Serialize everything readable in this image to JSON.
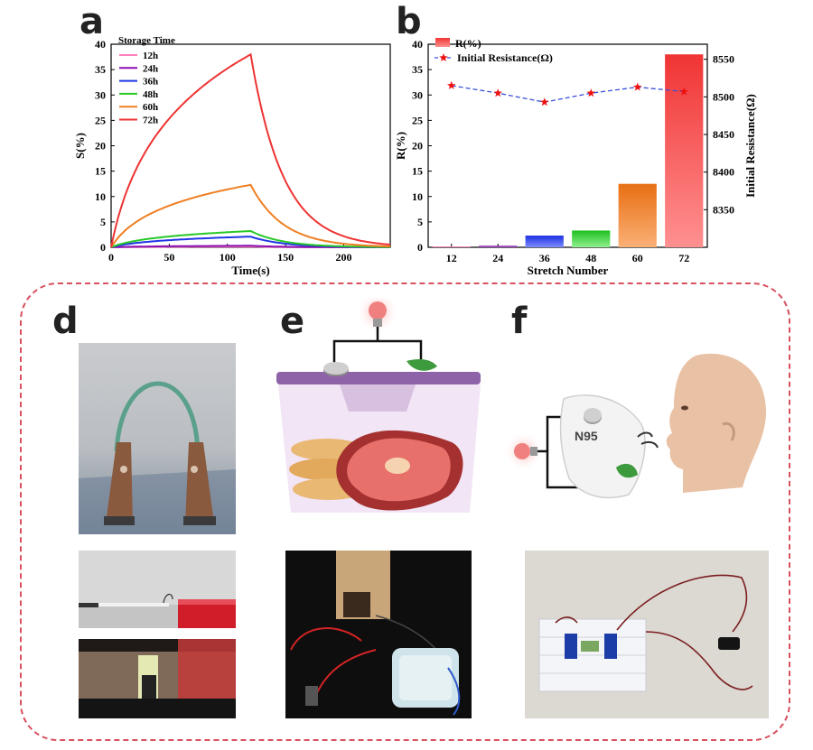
{
  "panels": {
    "a": "a",
    "b": "b",
    "d": "d",
    "e": "e",
    "f": "f"
  },
  "colors": {
    "12h": "#ff7fbf",
    "24h": "#8a0fb0",
    "36h": "#1f35e6",
    "48h": "#28c828",
    "60h": "#ef7f22",
    "72h": "#ee3333",
    "star": "#ee1111",
    "dashed_line": "#3a4fd9",
    "frame": "#d8505f"
  },
  "chart_data": [
    {
      "type": "line",
      "xlabel": "Time(s)",
      "ylabel": "S(%)",
      "xlim": [
        0,
        240
      ],
      "ylim": [
        0,
        40
      ],
      "xticks": [
        0,
        50,
        100,
        150,
        200
      ],
      "yticks": [
        0,
        5,
        10,
        15,
        20,
        25,
        30,
        35,
        40
      ],
      "legend_title": "Storage Time",
      "legend_position": "top-left",
      "grid": false,
      "series": [
        {
          "name": "12h",
          "peak": 0.15,
          "peak_time": 120
        },
        {
          "name": "24h",
          "peak": 0.3,
          "peak_time": 120
        },
        {
          "name": "36h",
          "peak": 2.1,
          "peak_time": 120
        },
        {
          "name": "48h",
          "peak": 3.2,
          "peak_time": 120
        },
        {
          "name": "60h",
          "peak": 12.3,
          "peak_time": 120
        },
        {
          "name": "72h",
          "peak": 38.0,
          "peak_time": 120
        }
      ]
    },
    {
      "type": "bar",
      "xlabel": "Stretch Number",
      "ylabel": "R(%)",
      "ylabel_right": "Initial Resistance(Ω)",
      "categories": [
        "12",
        "24",
        "36",
        "48",
        "60",
        "72"
      ],
      "ylim": [
        0,
        40
      ],
      "yticks": [
        0,
        5,
        10,
        15,
        20,
        25,
        30,
        35,
        40
      ],
      "ylim_right": [
        8300,
        8570
      ],
      "yticks_right": [
        8350,
        8400,
        8450,
        8500,
        8550
      ],
      "legend_position": "top-left",
      "grid": false,
      "series": [
        {
          "name": "R(%)",
          "type": "bar",
          "values": [
            0.15,
            0.3,
            2.3,
            3.3,
            12.5,
            38.0
          ]
        },
        {
          "name": "Initial Resistance(Ω)",
          "type": "line",
          "axis": "right",
          "values": [
            8515,
            8505,
            8493,
            8505,
            8513,
            8507
          ]
        }
      ]
    }
  ],
  "illustrations": {
    "mask_label": "N95"
  }
}
